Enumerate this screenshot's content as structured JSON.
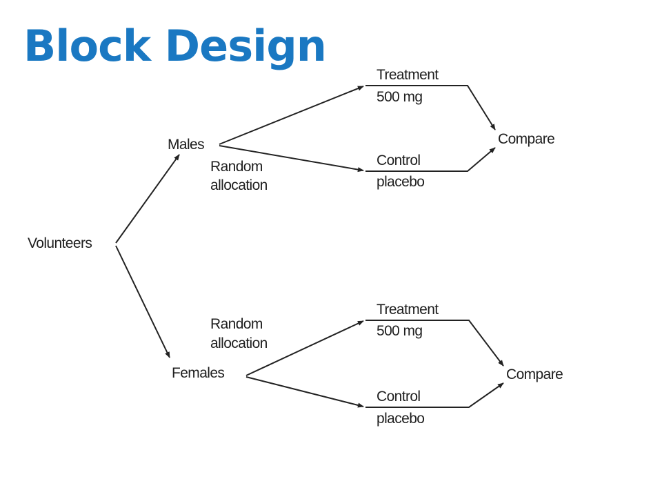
{
  "slide": {
    "title": "Block Design",
    "title_color": "#1a78c2",
    "text_color": "#1e1e1e",
    "line_color": "#222222"
  },
  "diagram": {
    "root": "Volunteers",
    "blocks": [
      {
        "name": "Males",
        "allocation_label": [
          "Random",
          "allocation"
        ],
        "treatment_label": [
          "Treatment",
          "500 mg"
        ],
        "control_label": [
          "Control",
          "placebo"
        ],
        "outcome": "Compare"
      },
      {
        "name": "Females",
        "allocation_label": [
          "Random",
          "allocation"
        ],
        "treatment_label": [
          "Treatment",
          "500 mg"
        ],
        "control_label": [
          "Control",
          "placebo"
        ],
        "outcome": "Compare"
      }
    ]
  }
}
